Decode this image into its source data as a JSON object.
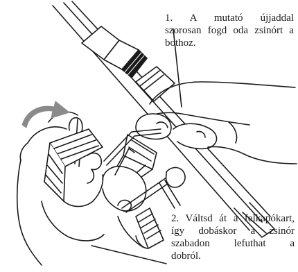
{
  "annotations": [
    {
      "id": "step-1",
      "lines": [
        "1. A mutató újjaddal",
        "szorosan fogd oda zsinórt a",
        "bothoz."
      ]
    },
    {
      "id": "step-2",
      "lines": [
        "2. Váltsd át a felkapókart,",
        "így dobáskor a zsinór",
        "szabadon lefuthat a",
        "dobról."
      ]
    }
  ],
  "colors": {
    "line": "#1a1a1a",
    "arrow": "#8a8a8a",
    "background": "#ffffff"
  },
  "icons": [
    "curved-arrow-icon"
  ]
}
